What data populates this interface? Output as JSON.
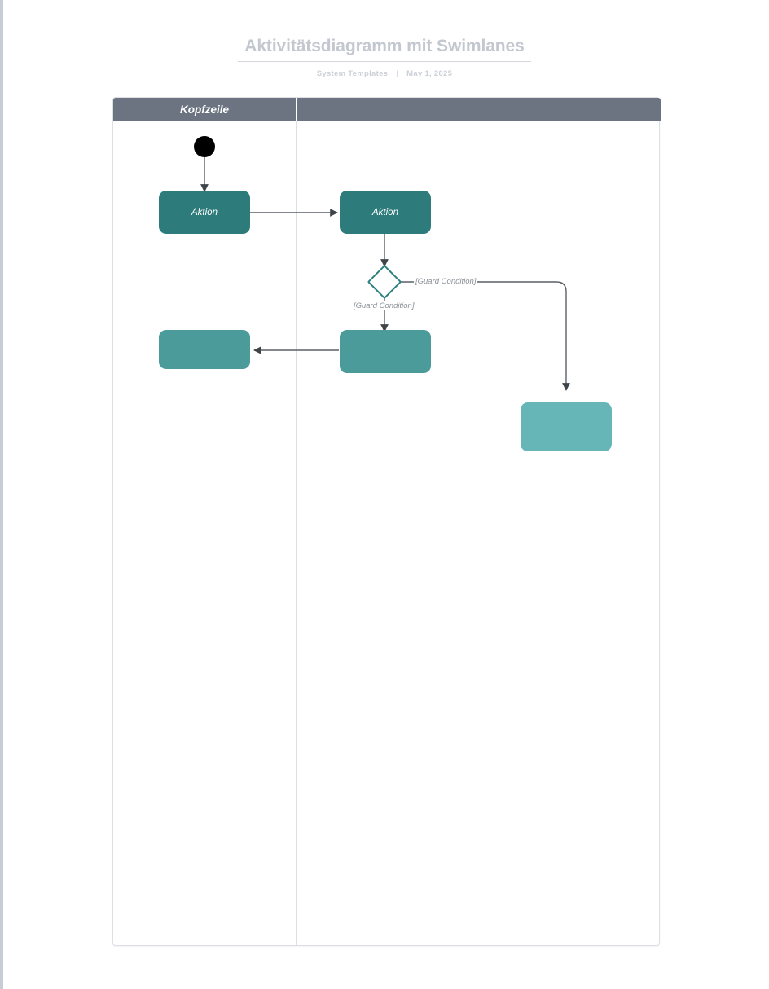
{
  "document": {
    "title": "Aktivitätsdiagramm mit Swimlanes",
    "author": "System Templates",
    "separator": "|",
    "date": "May 1, 2025"
  },
  "colors": {
    "header_bar": "#6b7480",
    "action_dark": "#2d7b7b",
    "action_mid": "#4c9b9b",
    "action_light": "#66b6b8",
    "decision_stroke": "#2d8080",
    "edge": "#5a5f66",
    "lane_border": "#dcdfe3",
    "title_text": "#c3c7cf"
  },
  "diagram": {
    "type": "activity-diagram-swimlanes",
    "lanes": [
      {
        "id": "lane-0",
        "header": "Kopfzeile"
      },
      {
        "id": "lane-1",
        "header": ""
      },
      {
        "id": "lane-2",
        "header": ""
      }
    ],
    "nodes": [
      {
        "id": "start",
        "kind": "initial-node",
        "lane": 0,
        "label": ""
      },
      {
        "id": "action-1",
        "kind": "action",
        "lane": 0,
        "label": "Aktion",
        "style": "dark"
      },
      {
        "id": "action-2",
        "kind": "action",
        "lane": 1,
        "label": "Aktion",
        "style": "dark"
      },
      {
        "id": "decision-1",
        "kind": "decision",
        "lane": 1,
        "label": ""
      },
      {
        "id": "action-3",
        "kind": "action",
        "lane": 1,
        "label": "",
        "style": "mid"
      },
      {
        "id": "action-4",
        "kind": "action",
        "lane": 0,
        "label": "",
        "style": "mid"
      },
      {
        "id": "action-5",
        "kind": "action",
        "lane": 2,
        "label": "",
        "style": "light"
      }
    ],
    "edges": [
      {
        "from": "start",
        "to": "action-1",
        "label": ""
      },
      {
        "from": "action-1",
        "to": "action-2",
        "label": ""
      },
      {
        "from": "action-2",
        "to": "decision-1",
        "label": ""
      },
      {
        "from": "decision-1",
        "to": "action-3",
        "label": "[Guard Condition]"
      },
      {
        "from": "decision-1",
        "to": "action-5",
        "label": "[Guard Condition]"
      },
      {
        "from": "action-3",
        "to": "action-4",
        "label": ""
      }
    ],
    "guard_label_down": "[Guard Condition]",
    "guard_label_right": "[Guard Condition]"
  }
}
